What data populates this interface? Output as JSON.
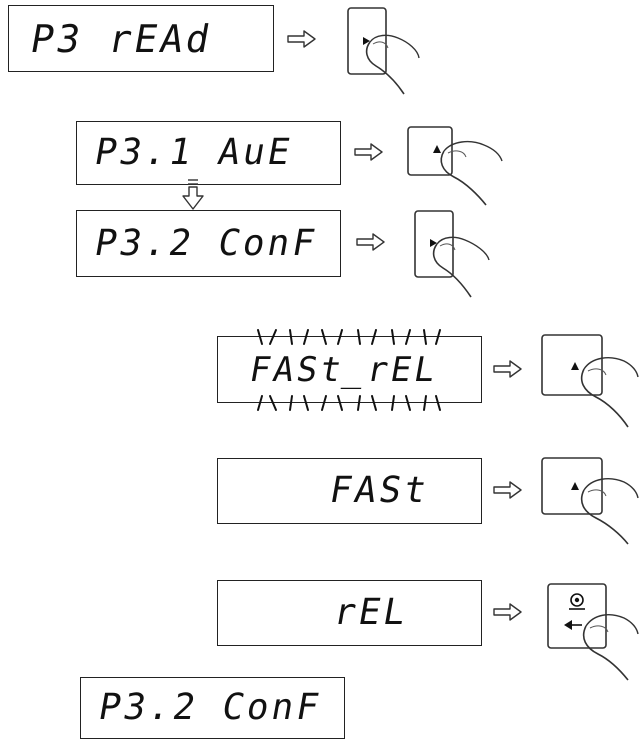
{
  "colors": {
    "ink": "#111111",
    "outline": "#333333"
  },
  "displays": [
    {
      "text": "P3 rEAd"
    },
    {
      "text": "P3.1 AuE"
    },
    {
      "text": "P3.2 ConF"
    },
    {
      "text": "FASt_rEL",
      "blinking": true
    },
    {
      "text": "FASt"
    },
    {
      "text": "rEL"
    },
    {
      "text": "P3.2 ConF"
    }
  ],
  "buttons": [
    {
      "icon": "arrow-right-icon"
    },
    {
      "icon": "arrow-up-icon"
    },
    {
      "icon": "arrow-right-icon"
    },
    {
      "icon": "arrow-up-icon"
    },
    {
      "icon": "arrow-up-icon"
    },
    {
      "icon": "tare-enter-icon"
    }
  ]
}
